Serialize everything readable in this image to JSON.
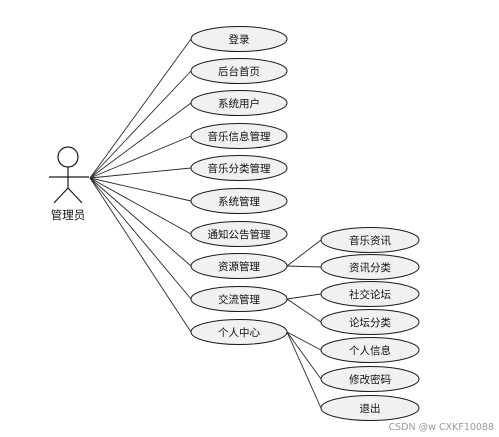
{
  "actor": {
    "label": "管理员"
  },
  "use_cases": [
    {
      "id": "login",
      "label": "登录"
    },
    {
      "id": "admin-home",
      "label": "后台首页"
    },
    {
      "id": "system-users",
      "label": "系统用户"
    },
    {
      "id": "music-info-mgmt",
      "label": "音乐信息管理"
    },
    {
      "id": "music-category-mgmt",
      "label": "音乐分类管理"
    },
    {
      "id": "system-mgmt",
      "label": "系统管理"
    },
    {
      "id": "notice-mgmt",
      "label": "通知公告管理"
    },
    {
      "id": "resource-mgmt",
      "label": "资源管理"
    },
    {
      "id": "exchange-mgmt",
      "label": "交流管理"
    },
    {
      "id": "personal-center",
      "label": "个人中心"
    }
  ],
  "sub_use_cases": [
    {
      "id": "music-news",
      "parent": "resource-mgmt",
      "label": "音乐资讯"
    },
    {
      "id": "news-category",
      "parent": "resource-mgmt",
      "label": "资讯分类"
    },
    {
      "id": "social-forum",
      "parent": "exchange-mgmt",
      "label": "社交论坛"
    },
    {
      "id": "forum-category",
      "parent": "exchange-mgmt",
      "label": "论坛分类"
    },
    {
      "id": "personal-info",
      "parent": "personal-center",
      "label": "个人信息"
    },
    {
      "id": "change-password",
      "parent": "personal-center",
      "label": "修改密码"
    },
    {
      "id": "logout",
      "parent": "personal-center",
      "label": "退出"
    }
  ],
  "watermark": "CSDN @w  CXKF10088"
}
